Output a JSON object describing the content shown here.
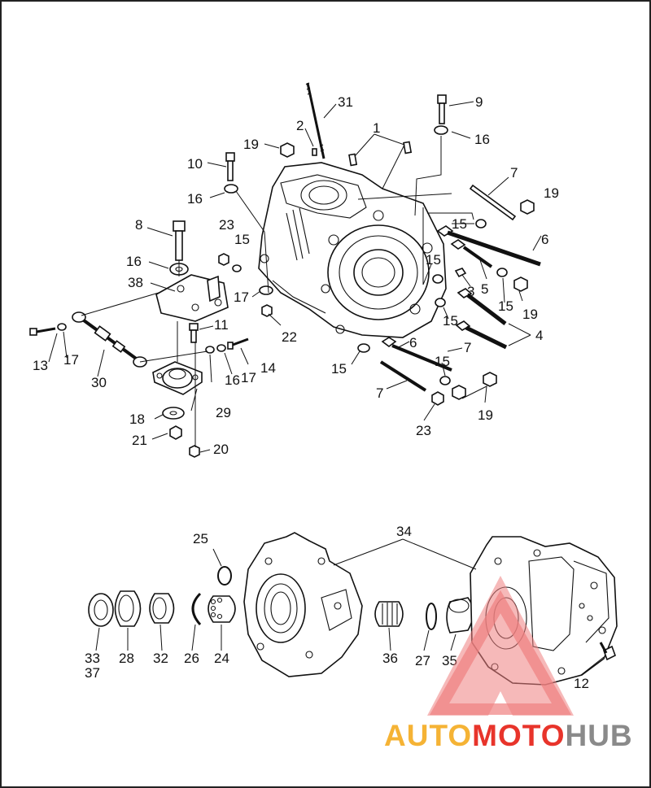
{
  "diagram": {
    "callouts": [
      "1",
      "2",
      "3",
      "4",
      "5",
      "6",
      "7",
      "8",
      "9",
      "10",
      "11",
      "12",
      "13",
      "14",
      "15",
      "16",
      "17",
      "18",
      "19",
      "20",
      "21",
      "22",
      "23",
      "24",
      "25",
      "26",
      "27",
      "28",
      "29",
      "30",
      "31",
      "32",
      "33",
      "34",
      "35",
      "36",
      "37",
      "38"
    ]
  },
  "watermark": {
    "text_part1": "AUTO",
    "text_part2": "MOTO",
    "text_part3": "HUB",
    "colors": {
      "auto": "#f5b335",
      "moto": "#e8342b",
      "hub": "#8a8a8a",
      "triangle": "#ef8080"
    }
  }
}
